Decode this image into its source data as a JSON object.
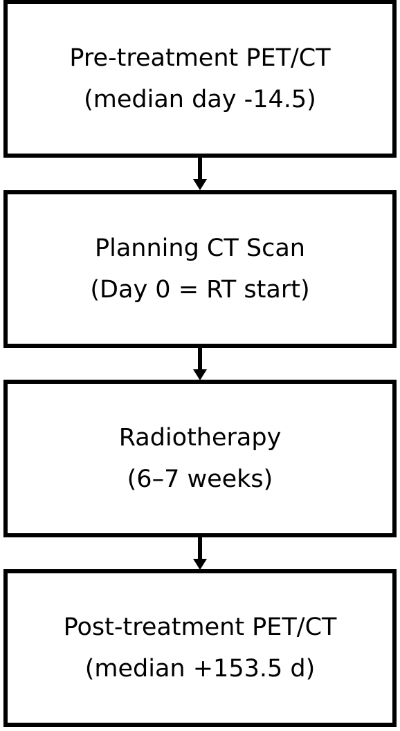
{
  "steps": [
    {
      "line1": "Pre-treatment PET/CT",
      "line2": "(median day -14.5)"
    },
    {
      "line1": "Planning CT Scan",
      "line2": "(Day 0 = RT start)"
    },
    {
      "line1": "Radiotherapy",
      "line2": "(6–7 weeks)"
    },
    {
      "line1": "Post-treatment PET/CT",
      "line2": "(median +153.5 d)"
    }
  ],
  "colors": {
    "border": "#000000",
    "background": "#ffffff",
    "text": "#000000"
  }
}
